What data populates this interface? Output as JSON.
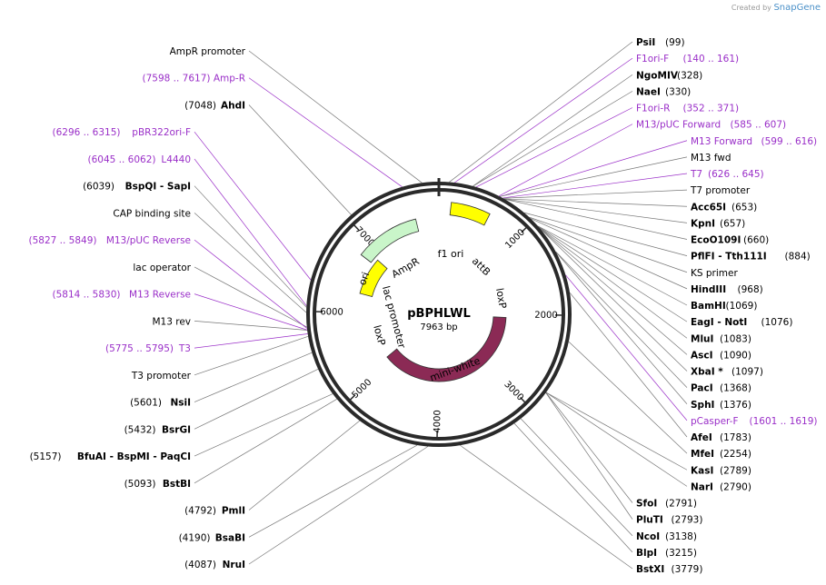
{
  "credit": {
    "prefix": "Created by",
    "brand": "SnapGene"
  },
  "plasmid": {
    "name": "pBPHLWL",
    "size": "7963 bp",
    "length": 7963
  },
  "colors": {
    "primer": "#9a2fc8",
    "leader": "#444444",
    "ampr_fill": "#c9f5c9",
    "ori_fill": "#ffff00",
    "miniwhite_fill": "#8b2a55",
    "lox_fill": "#2f7f7f"
  },
  "ticks": [
    {
      "label": "1000",
      "bp": 1000
    },
    {
      "label": "2000",
      "bp": 2000
    },
    {
      "label": "3000",
      "bp": 3000
    },
    {
      "label": "4000",
      "bp": 4000
    },
    {
      "label": "5000",
      "bp": 5000
    },
    {
      "label": "6000",
      "bp": 6000
    },
    {
      "label": "7000",
      "bp": 7000
    }
  ],
  "features": [
    {
      "name": "AmpR",
      "start": 6800,
      "end": 7660,
      "strand": -1,
      "kind": "ampr"
    },
    {
      "name": "ori",
      "start": 6300,
      "end": 6890,
      "strand": -1,
      "kind": "ori"
    },
    {
      "name": "f1 ori",
      "start": 140,
      "end": 596,
      "strand": -1,
      "kind": "ori"
    },
    {
      "name": "mini-white",
      "start": 2050,
      "end": 5100,
      "strand": -1,
      "kind": "miniwhite"
    }
  ],
  "inner_labels": [
    {
      "text": "AmpR"
    },
    {
      "text": "ori"
    },
    {
      "text": "f1 ori"
    },
    {
      "text": "attB"
    },
    {
      "text": "loxP"
    },
    {
      "text": "lac promoter"
    },
    {
      "text": "loxP"
    },
    {
      "text": "mini-white"
    }
  ],
  "labels": [
    {
      "text": "(99)",
      "kind": "site",
      "name": "PsiI",
      "pos": "(99)",
      "bp": 99
    },
    {
      "text": "F1ori-F (140 .. 161)",
      "kind": "primer",
      "name": "F1ori-F",
      "pos": "(140 .. 161)",
      "bp": 150
    },
    {
      "text": "NgoMIV",
      "kind": "site",
      "name": "NgoMIV",
      "pos": "(328)",
      "bp": 328
    },
    {
      "text": "NaeI",
      "kind": "site",
      "name": "NaeI",
      "pos": "(330)",
      "bp": 330
    },
    {
      "text": "F1ori-R",
      "kind": "primer",
      "name": "F1ori-R",
      "pos": "(352 .. 371)",
      "bp": 361
    },
    {
      "text": "M13/pUC Forward",
      "kind": "primer",
      "name": "M13/pUC Forward",
      "pos": "(585 .. 607)",
      "bp": 596
    },
    {
      "text": "M13 Forward",
      "kind": "primer",
      "name": "M13 Forward",
      "pos": "(599 .. 616)",
      "bp": 607
    },
    {
      "text": "M13 fwd",
      "kind": "boxp",
      "name": "M13 fwd",
      "pos": "",
      "bp": 605
    },
    {
      "text": "T7",
      "kind": "primer",
      "name": "T7",
      "pos": "(626 .. 645)",
      "bp": 635
    },
    {
      "text": "T7 promoter",
      "kind": "boxw",
      "name": "T7 promoter",
      "pos": "",
      "bp": 640
    },
    {
      "text": "Acc65I",
      "kind": "site",
      "name": "Acc65I",
      "pos": "(653)",
      "bp": 653
    },
    {
      "text": "KpnI",
      "kind": "site",
      "name": "KpnI",
      "pos": "(657)",
      "bp": 657
    },
    {
      "text": "EcoO109I",
      "kind": "site",
      "name": "EcoO109I",
      "pos": "(660)",
      "bp": 660
    },
    {
      "text": "PflFI",
      "kind": "site",
      "name": "PflFI - Tth111I",
      "pos": "(884)",
      "bp": 884
    },
    {
      "text": "KS primer",
      "kind": "boxp",
      "name": "KS primer",
      "pos": "",
      "bp": 950
    },
    {
      "text": "HindIII",
      "kind": "site",
      "name": "HindIII",
      "pos": "(968)",
      "bp": 968
    },
    {
      "text": "BamHI",
      "kind": "site",
      "name": "BamHI",
      "pos": "(1069)",
      "bp": 1069
    },
    {
      "text": "EagI",
      "kind": "site",
      "name": "EagI - NotI",
      "pos": "(1076)",
      "bp": 1076
    },
    {
      "text": "MluI",
      "kind": "site",
      "name": "MluI",
      "pos": "(1083)",
      "bp": 1083
    },
    {
      "text": "AscI",
      "kind": "site",
      "name": "AscI",
      "pos": "(1090)",
      "bp": 1090
    },
    {
      "text": "XbaI",
      "kind": "site",
      "name": "XbaI *",
      "pos": "(1097)",
      "bp": 1097
    },
    {
      "text": "PacI",
      "kind": "site",
      "name": "PacI",
      "pos": "(1368)",
      "bp": 1368
    },
    {
      "text": "SphI",
      "kind": "site",
      "name": "SphI",
      "pos": "(1376)",
      "bp": 1376
    },
    {
      "text": "pCasper-F",
      "kind": "primer",
      "name": "pCasper-F",
      "pos": "(1601 .. 1619)",
      "bp": 1610
    },
    {
      "text": "AfeI",
      "kind": "site",
      "name": "AfeI",
      "pos": "(1783)",
      "bp": 1783
    },
    {
      "text": "MfeI",
      "kind": "site",
      "name": "MfeI",
      "pos": "(2254)",
      "bp": 2254
    },
    {
      "text": "KasI",
      "kind": "site",
      "name": "KasI",
      "pos": "(2789)",
      "bp": 2789
    },
    {
      "text": "NarI",
      "kind": "site",
      "name": "NarI",
      "pos": "(2790)",
      "bp": 2790
    },
    {
      "text": "SfoI",
      "kind": "site",
      "name": "SfoI",
      "pos": "(2791)",
      "bp": 2791
    },
    {
      "text": "PluTI",
      "kind": "site",
      "name": "PluTI",
      "pos": "(2793)",
      "bp": 2793
    },
    {
      "text": "NcoI",
      "kind": "site",
      "name": "NcoI",
      "pos": "(3138)",
      "bp": 3138
    },
    {
      "text": "BlpI",
      "kind": "site",
      "name": "BlpI",
      "pos": "(3215)",
      "bp": 3215
    },
    {
      "text": "BstXI",
      "kind": "site",
      "name": "BstXI",
      "pos": "(3779)",
      "bp": 3779
    },
    {
      "text": "NruI",
      "kind": "site",
      "name": "NruI",
      "pos": "(4087)",
      "bp": 4087
    },
    {
      "text": "BsaBI",
      "kind": "site",
      "name": "BsaBI",
      "pos": "(4190)",
      "bp": 4190
    },
    {
      "text": "PmlI",
      "kind": "site",
      "name": "PmlI",
      "pos": "(4792)",
      "bp": 4792
    },
    {
      "text": "BstBI",
      "kind": "site",
      "name": "BstBI",
      "pos": "(5093)",
      "bp": 5093
    },
    {
      "text": "BfuAI",
      "kind": "site",
      "name": "BfuAI - BspMI - PaqCI",
      "pos": "(5157)",
      "bp": 5157
    },
    {
      "text": "BsrGI",
      "kind": "site",
      "name": "BsrGI",
      "pos": "(5432)",
      "bp": 5432
    },
    {
      "text": "NsiI",
      "kind": "site",
      "name": "NsiI",
      "pos": "(5601)",
      "bp": 5601
    },
    {
      "text": "T3 promoter",
      "kind": "boxw",
      "name": "T3 promoter",
      "pos": "",
      "bp": 5760
    },
    {
      "text": "T3",
      "kind": "primer",
      "name": "T3",
      "pos": "(5775 .. 5795)",
      "bp": 5785
    },
    {
      "text": "M13 rev",
      "kind": "boxp",
      "name": "M13 rev",
      "pos": "",
      "bp": 5820
    },
    {
      "text": "M13 Reverse",
      "kind": "primer",
      "name": "M13 Reverse",
      "pos": "(5814 .. 5830)",
      "bp": 5822
    },
    {
      "text": "lac operator",
      "kind": "boxb",
      "name": "lac operator",
      "pos": "",
      "bp": 5850
    },
    {
      "text": "M13/pUC Reverse",
      "kind": "primer",
      "name": "M13/pUC Reverse",
      "pos": "(5827 .. 5849)",
      "bp": 5838
    },
    {
      "text": "CAP binding site",
      "kind": "boxb",
      "name": "CAP binding site",
      "pos": "",
      "bp": 5990
    },
    {
      "text": "BspQI",
      "kind": "site",
      "name": "BspQI - SapI",
      "pos": "(6039)",
      "bp": 6039
    },
    {
      "text": "L4440",
      "kind": "primer",
      "name": "L4440",
      "pos": "(6045 .. 6062)",
      "bp": 6053
    },
    {
      "text": "pBR322ori-F",
      "kind": "primer",
      "name": "pBR322ori-F",
      "pos": "(6296 .. 6315)",
      "bp": 6305
    },
    {
      "text": "AhdI",
      "kind": "site",
      "name": "AhdI",
      "pos": "(7048)",
      "bp": 7048
    },
    {
      "text": "Amp-R",
      "kind": "primer",
      "name": "Amp-R",
      "pos": "(7598 .. 7617)",
      "bp": 7607
    },
    {
      "text": "AmpR promoter",
      "kind": "boxw",
      "name": "AmpR promoter",
      "pos": "",
      "bp": 7800
    }
  ]
}
